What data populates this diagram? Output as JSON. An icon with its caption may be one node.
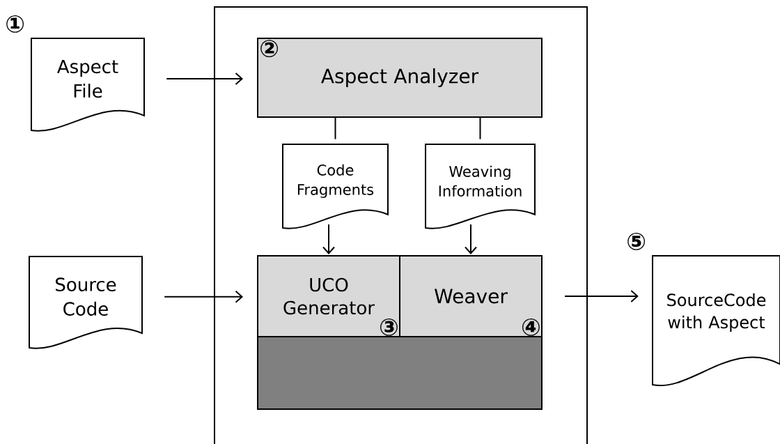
{
  "diagram": {
    "nodes": [
      {
        "text": [],
        "shape": "box"
      },
      {
        "text": [
          "Aspect File"
        ],
        "beside": [
          "①"
        ]
      },
      {
        "text": [
          "②",
          "Aspect Analyzer"
        ],
        "in": 0
      },
      {
        "text": [
          "Code Fragments"
        ],
        "in": 0
      },
      {
        "text": [
          "Weaving Information"
        ],
        "in": 0
      },
      {
        "text": [
          "UCO Generator",
          "③"
        ],
        "in": 0
      },
      {
        "text": [
          "Weaver",
          "④"
        ],
        "in": 0
      },
      {
        "text": [],
        "shape": "box",
        "in": 0
      },
      {
        "text": [
          "Source Code"
        ]
      },
      {
        "text": [
          "SourceCode with Aspect"
        ],
        "beside": [
          "⑤"
        ]
      }
    ],
    "edges": [
      {
        "from": 1,
        "to": 2,
        "arrow": "to"
      },
      {
        "from": 2,
        "to": 3,
        "arrow": "none"
      },
      {
        "from": 2,
        "to": 4,
        "arrow": "none"
      },
      {
        "from": 3,
        "to": 5,
        "arrow": "to"
      },
      {
        "from": 4,
        "to": 6,
        "arrow": "to"
      },
      {
        "from": 8,
        "to": 5,
        "arrow": "to"
      },
      {
        "from": 6,
        "to": 9,
        "arrow": "to"
      }
    ]
  }
}
